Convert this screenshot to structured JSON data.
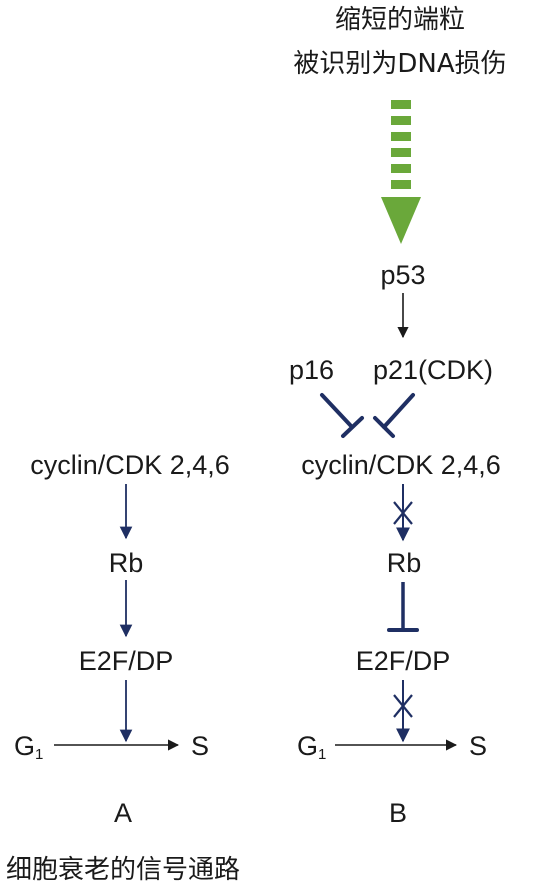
{
  "top_caption": {
    "line1": "缩短的端粒",
    "line2": "被识别为DNA损伤"
  },
  "panel_a": {
    "cyclin": "cyclin/CDK 2,4,6",
    "rb": "Rb",
    "e2f": "E2F/DP",
    "g1": "G",
    "g1_sub": "1",
    "s": "S",
    "label": "A"
  },
  "panel_b": {
    "p53": "p53",
    "p16": "p16",
    "p21": "p21(CDK)",
    "cyclin": "cyclin/CDK 2,4,6",
    "rb": "Rb",
    "e2f": "E2F/DP",
    "g1": "G",
    "g1_sub": "1",
    "s": "S",
    "label": "B"
  },
  "caption": "细胞衰老的信号通路",
  "colors": {
    "green_arrow": "#6aa83a",
    "navy_arrow": "#1f2f63",
    "text": "#1a1a1a"
  }
}
